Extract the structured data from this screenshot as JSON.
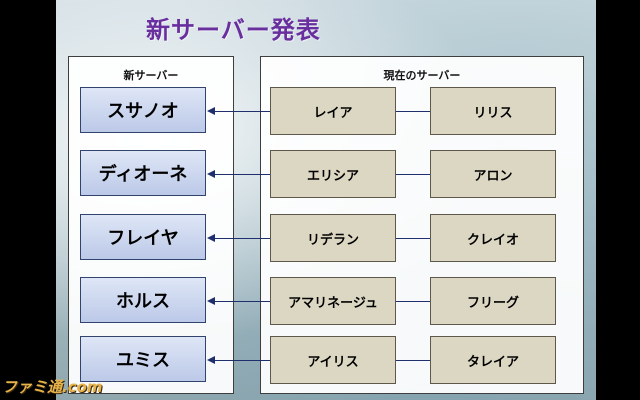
{
  "slide": {
    "title": "新サーバー発表",
    "new_header": "新サーバー",
    "current_header": "現在のサーバー"
  },
  "rows": [
    {
      "new_server": "スサノオ",
      "current_a": "レイア",
      "current_b": "リリス"
    },
    {
      "new_server": "ディオーネ",
      "current_a": "エリシア",
      "current_b": "アロン"
    },
    {
      "new_server": "フレイヤ",
      "current_a": "リデラン",
      "current_b": "クレイオ"
    },
    {
      "new_server": "ホルス",
      "current_a": "アマリネージュ",
      "current_b": "フリーグ"
    },
    {
      "new_server": "ユミス",
      "current_a": "アイリス",
      "current_b": "タレイア"
    }
  ],
  "watermark": "ファミ通.com",
  "colors": {
    "title": "#6a2f9e",
    "new_box": "#bcc9e8",
    "current_box": "#dcd7c2",
    "connector": "#1f2f6e"
  }
}
